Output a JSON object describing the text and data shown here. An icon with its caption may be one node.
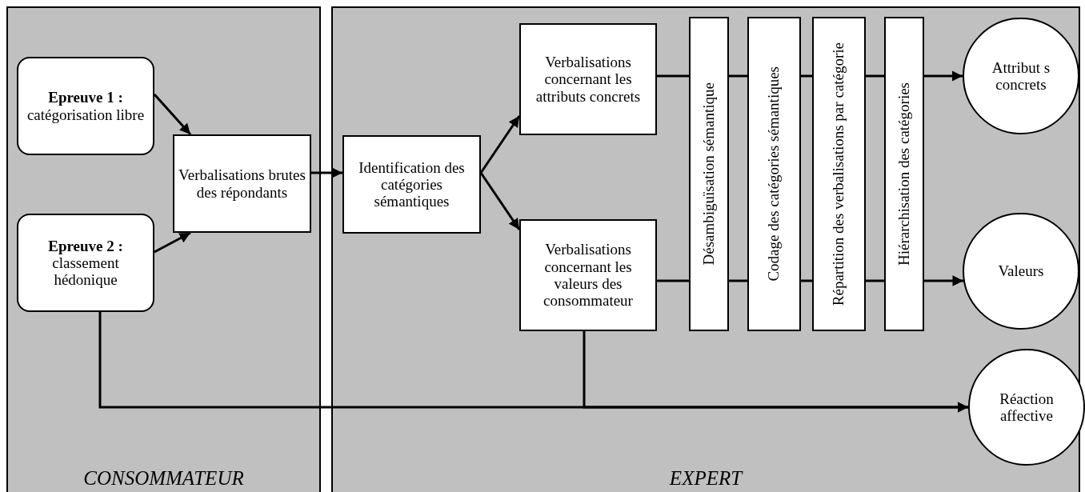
{
  "diagram": {
    "nodes": [
      {
        "text": [
          "CONSOMMATEUR"
        ]
      },
      {
        "text": [
          "EXPERT"
        ]
      },
      {
        "text": [
          "Epreuve 1 :",
          "catégorisation libre"
        ],
        "in": 0
      },
      {
        "text": [
          "Epreuve 2 :",
          "classement hédonique"
        ],
        "in": 0
      },
      {
        "text": [
          "Verbalisations brutes des répondants"
        ],
        "in": 0
      },
      {
        "text": [
          "Identification des catégories sémantiques"
        ],
        "in": 1
      },
      {
        "text": [
          "Verbalisations concernant les attributs concrets"
        ],
        "in": 1
      },
      {
        "text": [
          "Verbalisations concernant les valeurs des consommateur"
        ],
        "in": 1
      },
      {
        "text": [
          "Désambiguïsation sémantique"
        ],
        "in": 1
      },
      {
        "text": [
          "Codage des catégories sémantiques"
        ],
        "in": 1
      },
      {
        "text": [
          "Répartition des verbalisations par catégorie"
        ],
        "in": 1
      },
      {
        "text": [
          "Hiérarchisation des catégories"
        ],
        "in": 1
      },
      {
        "text": [
          "Attribut s concrets"
        ],
        "in": 1
      },
      {
        "text": [
          "Valeurs"
        ],
        "in": 1
      },
      {
        "text": [
          "Réaction affective"
        ],
        "in": 1
      }
    ],
    "edges": [
      {
        "from": 2,
        "to": 4,
        "arrow": "to"
      },
      {
        "from": 3,
        "to": 4,
        "arrow": "to"
      },
      {
        "from": 4,
        "to": 5,
        "arrow": "to"
      },
      {
        "from": 5,
        "to": 6,
        "arrow": "to"
      },
      {
        "from": 5,
        "to": 7,
        "arrow": "to"
      },
      {
        "from": 6,
        "to": 8,
        "arrow": "none"
      },
      {
        "from": 8,
        "to": 9,
        "arrow": "none"
      },
      {
        "from": 9,
        "to": 10,
        "arrow": "none"
      },
      {
        "from": 10,
        "to": 11,
        "arrow": "none"
      },
      {
        "from": 11,
        "to": 12,
        "arrow": "to"
      },
      {
        "from": 7,
        "to": 8,
        "arrow": "none"
      },
      {
        "from": 8,
        "to": 9,
        "arrow": "none"
      },
      {
        "from": 9,
        "to": 10,
        "arrow": "none"
      },
      {
        "from": 10,
        "to": 11,
        "arrow": "none"
      },
      {
        "from": 11,
        "to": 13,
        "arrow": "to"
      },
      {
        "from": 3,
        "to": 14,
        "arrow": "to"
      },
      {
        "from": 7,
        "to": 14,
        "arrow": "to"
      }
    ]
  }
}
